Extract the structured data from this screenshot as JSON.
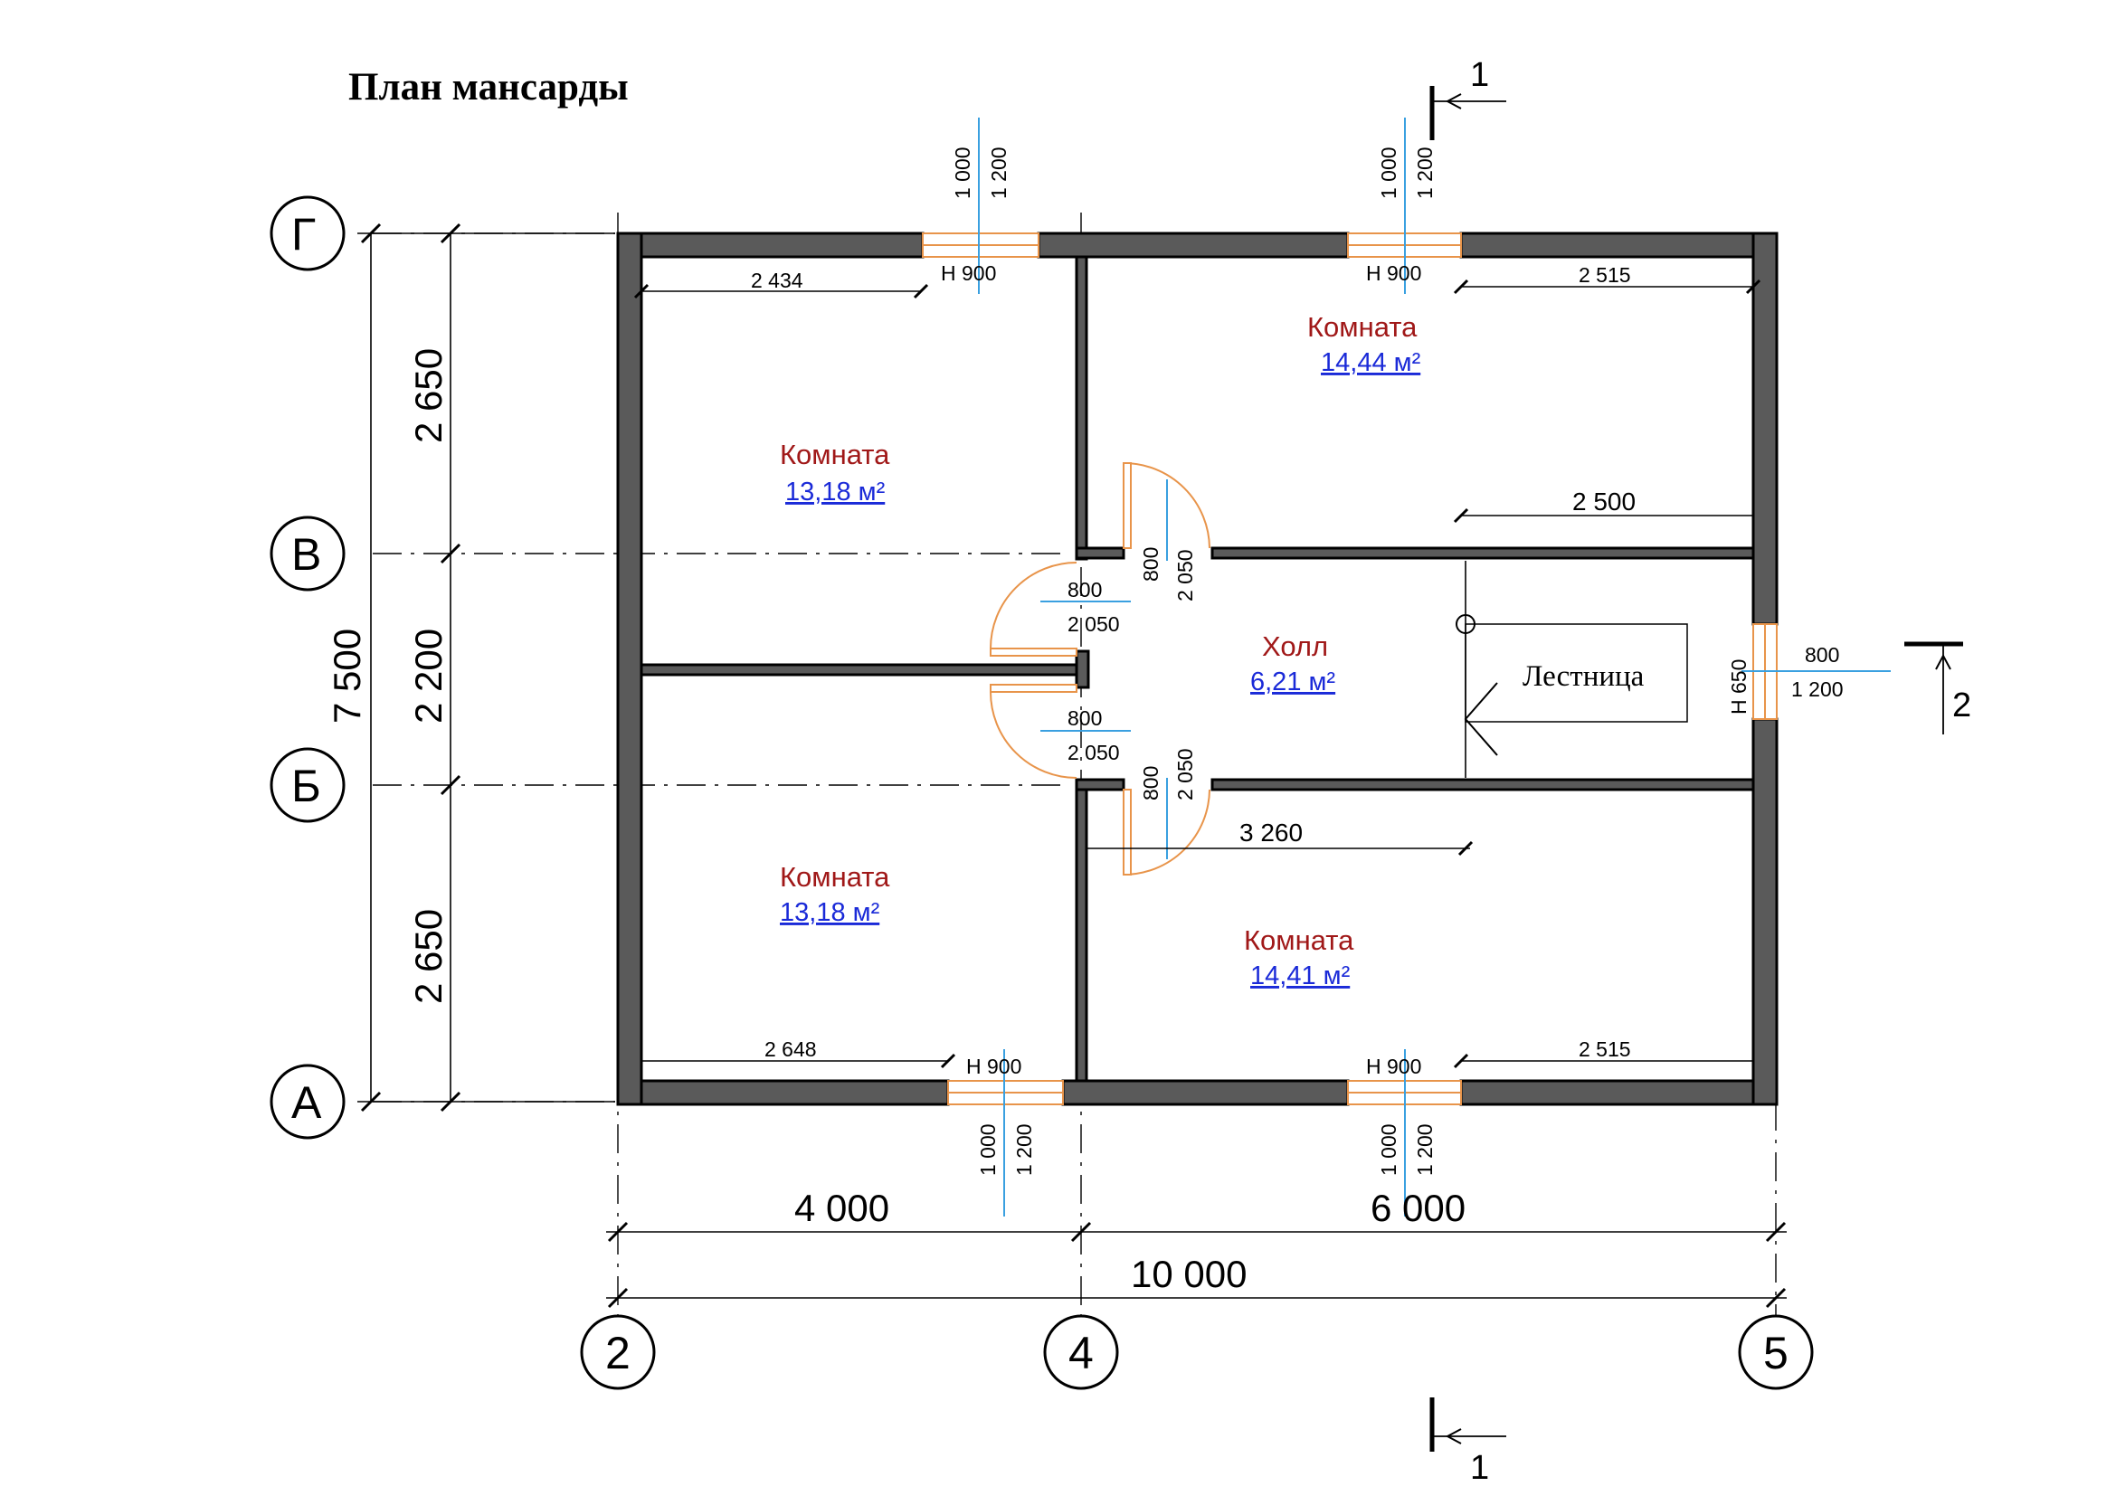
{
  "title": "План мансарды",
  "rooms": [
    {
      "name": "Комната",
      "area": "13,18 м²"
    },
    {
      "name": "Комната",
      "area": "14,44 м²"
    },
    {
      "name": "Холл",
      "area": "6,21 м²"
    },
    {
      "name": "Комната",
      "area": "13,18 м²"
    },
    {
      "name": "Комната",
      "area": "14,41 м²"
    }
  ],
  "stair_label": "Лестница",
  "axes": {
    "rows": [
      "Г",
      "В",
      "Б",
      "А"
    ],
    "cols": [
      "2",
      "4",
      "5"
    ]
  },
  "dimensions": {
    "left_total": "7 500",
    "left_segments": [
      "2 650",
      "2 200",
      "2 650"
    ],
    "bottom_segments": [
      "4 000",
      "6 000"
    ],
    "bottom_total": "10 000",
    "inner": {
      "top_left": "2 434",
      "top_right": "2 515",
      "hall_right": "2 500",
      "hall_bottom": "3 260",
      "bottom_left": "2 648",
      "bottom_right": "2 515"
    }
  },
  "windows": {
    "sill_label": "Н  900",
    "sill_label_side": "Н  650",
    "height": "1 000",
    "height2": "1 200",
    "side_width": "800",
    "side_height": "1 200"
  },
  "doors": {
    "width": "800",
    "height": "2 050"
  },
  "section_marks": [
    "1",
    "1",
    "2"
  ]
}
